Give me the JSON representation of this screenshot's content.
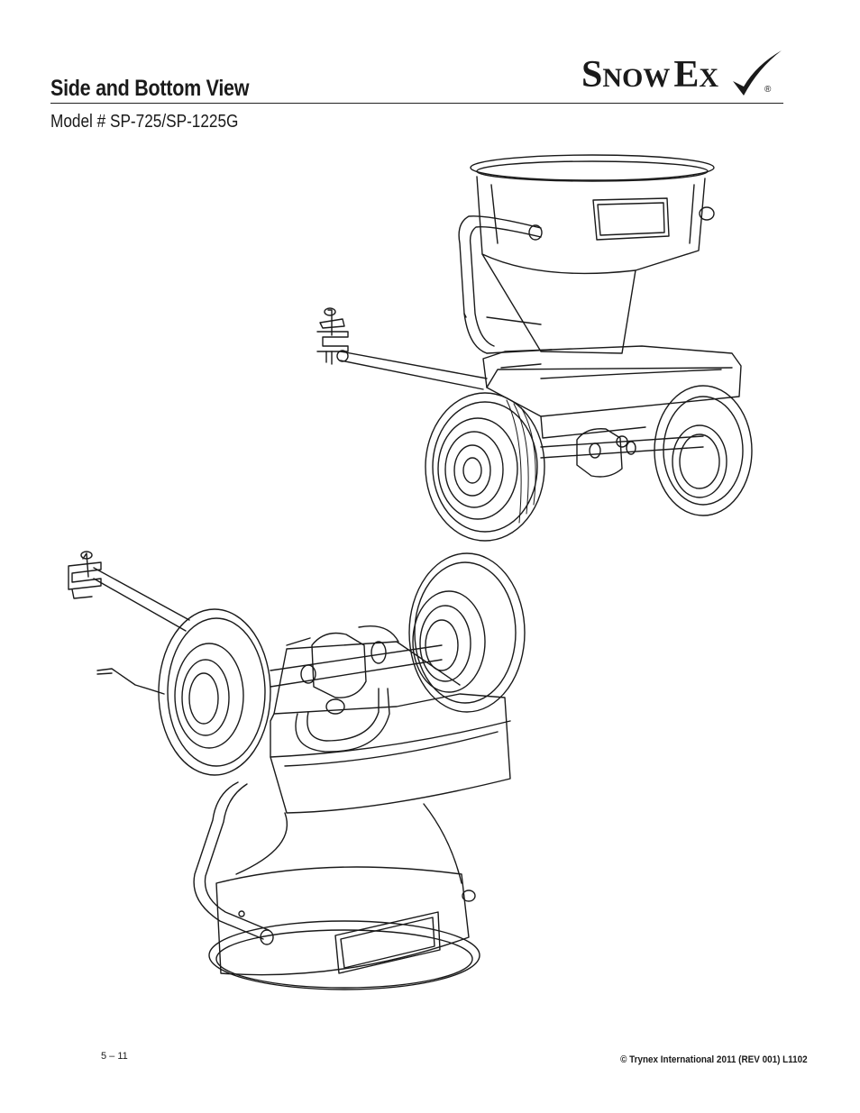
{
  "header": {
    "title": "Side and Bottom View",
    "model": "Model # SP-725/SP-1225G"
  },
  "logo": {
    "text_s": "S",
    "text_now": "NOW",
    "text_e": "E",
    "text_x": "X",
    "registered": "®",
    "icon": "checkmark-swoosh-icon"
  },
  "figures": {
    "top": "spreader-side-view-illustration",
    "bottom": "spreader-bottom-view-illustration"
  },
  "footer": {
    "page_number": "5 – 11",
    "copyright": "© Trynex International 2011  (REV 001)  L1102"
  },
  "colors": {
    "ink": "#1a1a1a",
    "paper": "#ffffff"
  }
}
